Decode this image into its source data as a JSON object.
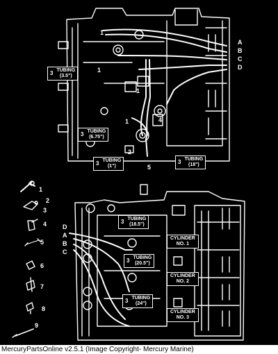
{
  "top_view": {
    "callouts": [
      {
        "num": "3",
        "label": "TUBING",
        "size": "(3.5\")"
      },
      {
        "num": "3",
        "label": "TUBING",
        "size": "(6.75\")"
      },
      {
        "num": "3",
        "label": "TUBING",
        "size": "(1\")"
      },
      {
        "num": "3",
        "label": "TUBING",
        "size": "(18\")"
      }
    ],
    "letters": [
      "A",
      "B",
      "C",
      "D"
    ],
    "numbers": [
      "1",
      "1",
      "1",
      "1",
      "4",
      "2",
      "5"
    ]
  },
  "parts_list": {
    "numbers": [
      "1",
      "2",
      "3",
      "4",
      "5",
      "6",
      "7",
      "8",
      "9"
    ]
  },
  "bottom_view": {
    "callouts": [
      {
        "num": "3",
        "label": "TUBING",
        "size": "(18.5\")"
      },
      {
        "num": "3",
        "label": "TUBING",
        "size": "(20.5\")"
      },
      {
        "num": "3",
        "label": "TUBING",
        "size": "(24\")"
      }
    ],
    "letters": [
      "D",
      "A",
      "B",
      "C"
    ],
    "cylinders": [
      {
        "line1": "CYLINDER",
        "line2": "NO. 1"
      },
      {
        "line1": "CYLINDER",
        "line2": "NO. 2"
      },
      {
        "line1": "CYLINDER",
        "line2": "NO. 3"
      }
    ]
  },
  "footer": {
    "caption": "MercuryPartsOnline v2.5.1 (Image Copyright- Mercury Marine)"
  }
}
